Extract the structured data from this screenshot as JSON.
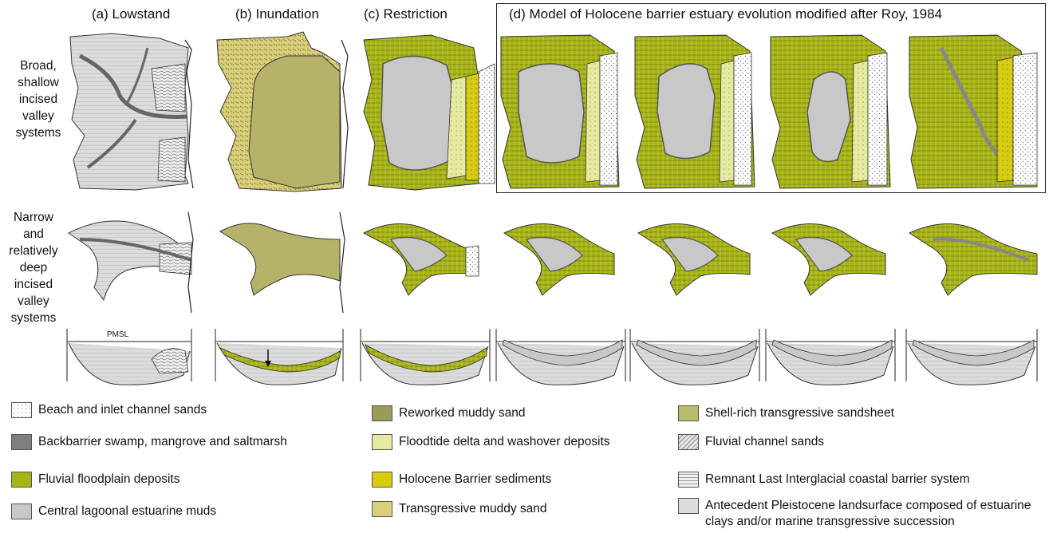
{
  "stage_titles": {
    "lowstand": "(a) Lowstand",
    "inundation": "(b) Inundation",
    "restriction": "(c) Restriction",
    "model": "(d) Model of Holocene barrier estuary evolution modified after Roy, 1984"
  },
  "row_labels": {
    "broad": [
      "Broad,",
      "shallow",
      "incised",
      "valley",
      "systems"
    ],
    "narrow": [
      "Narrow",
      "and",
      "relatively",
      "deep",
      "incised",
      "valley",
      "systems"
    ]
  },
  "section_label": "PMSL",
  "legend": {
    "col1": [
      {
        "label": "Beach and inlet channel sands",
        "color": "#ffffff"
      },
      {
        "label": "Backbarrier swamp, mangrove and saltmarsh",
        "color": "#7f7f7f"
      },
      {
        "label": "Fluvial floodplain deposits",
        "color": "#a8b418"
      },
      {
        "label": "Central lagoonal estuarine muds",
        "color": "#c8c8c8"
      }
    ],
    "col2": [
      {
        "label": "Reworked muddy sand",
        "color": "#9a9a5a"
      },
      {
        "label": "Floodtide delta and washover deposits",
        "color": "#e6e9a0"
      },
      {
        "label": "Holocene Barrier sediments",
        "color": "#d8cc12"
      },
      {
        "label": "Transgressive muddy sand",
        "color": "#d9cf79"
      }
    ],
    "col3": [
      {
        "label": "Shell-rich transgressive sandsheet",
        "color": "#b9bc6a"
      },
      {
        "label": "Fluvial channel sands",
        "color": "#e4e4e4"
      },
      {
        "label": "Remnant Last Interglacial coastal barrier system",
        "color": "#f2f2f2"
      },
      {
        "label": "Antecedent Pleistocene landsurface composed of estuarine clays and/or marine transgressive succession",
        "color": "#dcdcdc"
      }
    ]
  }
}
